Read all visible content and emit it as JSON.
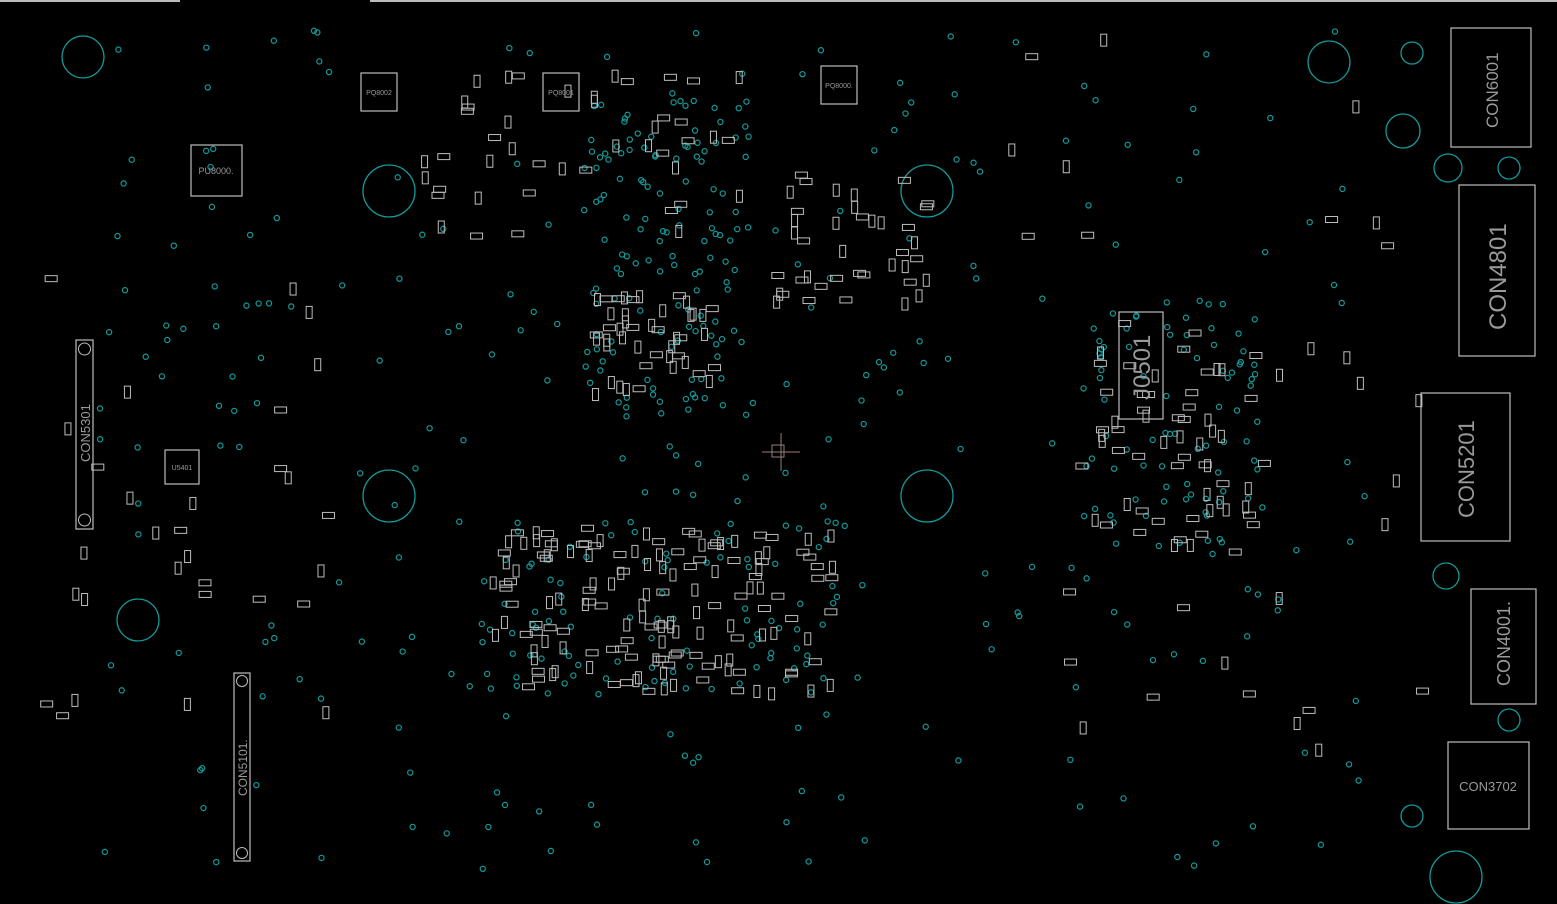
{
  "viewer": {
    "background": "#000000",
    "outline_color": "#bdbdbd",
    "via_color": "#139a9a"
  },
  "components": {
    "pu8000": "PU8000.",
    "pq8002": "PQ8002",
    "pq8001": "PQ8001",
    "pq8000": "PQ8000.",
    "con5301": "CON5301",
    "u5401": "U5401",
    "con5101": "CON5101.",
    "j0501": "J0501",
    "con6001": "CON6001",
    "con4801": "CON4801",
    "con5201": "CON5201",
    "con4001": "CON4001.",
    "con3702": "CON3702"
  }
}
